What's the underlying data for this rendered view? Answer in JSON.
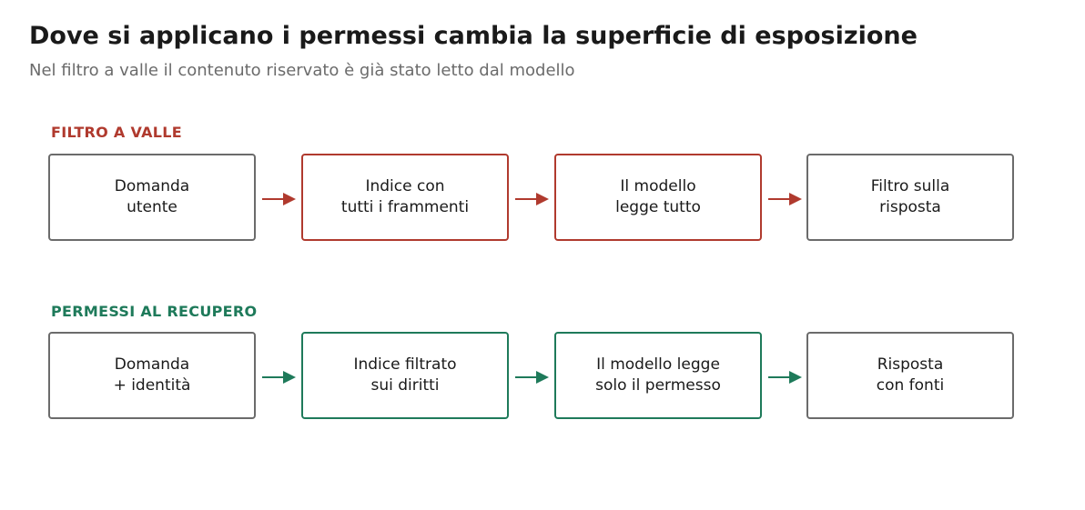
{
  "title": "Dove si applicano i permessi cambia la superficie di esposizione",
  "subtitle": "Nel filtro a valle il contenuto riservato è già stato letto dal modello",
  "colors": {
    "neutral": "#6b6b6b",
    "red": "#b03a2e",
    "green": "#1e7a5a"
  },
  "rows": [
    {
      "label": "FILTRO A VALLE",
      "accent": "red",
      "boxes": [
        {
          "text": "Domanda\nutente",
          "highlight": false
        },
        {
          "text": "Indice con\ntutti i frammenti",
          "highlight": true
        },
        {
          "text": "Il modello\nlegge tutto",
          "highlight": true
        },
        {
          "text": "Filtro sulla\nrisposta",
          "highlight": false
        }
      ]
    },
    {
      "label": "PERMESSI AL RECUPERO",
      "accent": "green",
      "boxes": [
        {
          "text": "Domanda\n+ identità",
          "highlight": false
        },
        {
          "text": "Indice filtrato\nsui diritti",
          "highlight": true
        },
        {
          "text": "Il modello legge\nsolo il permesso",
          "highlight": true
        },
        {
          "text": "Risposta\ncon fonti",
          "highlight": false
        }
      ]
    }
  ]
}
